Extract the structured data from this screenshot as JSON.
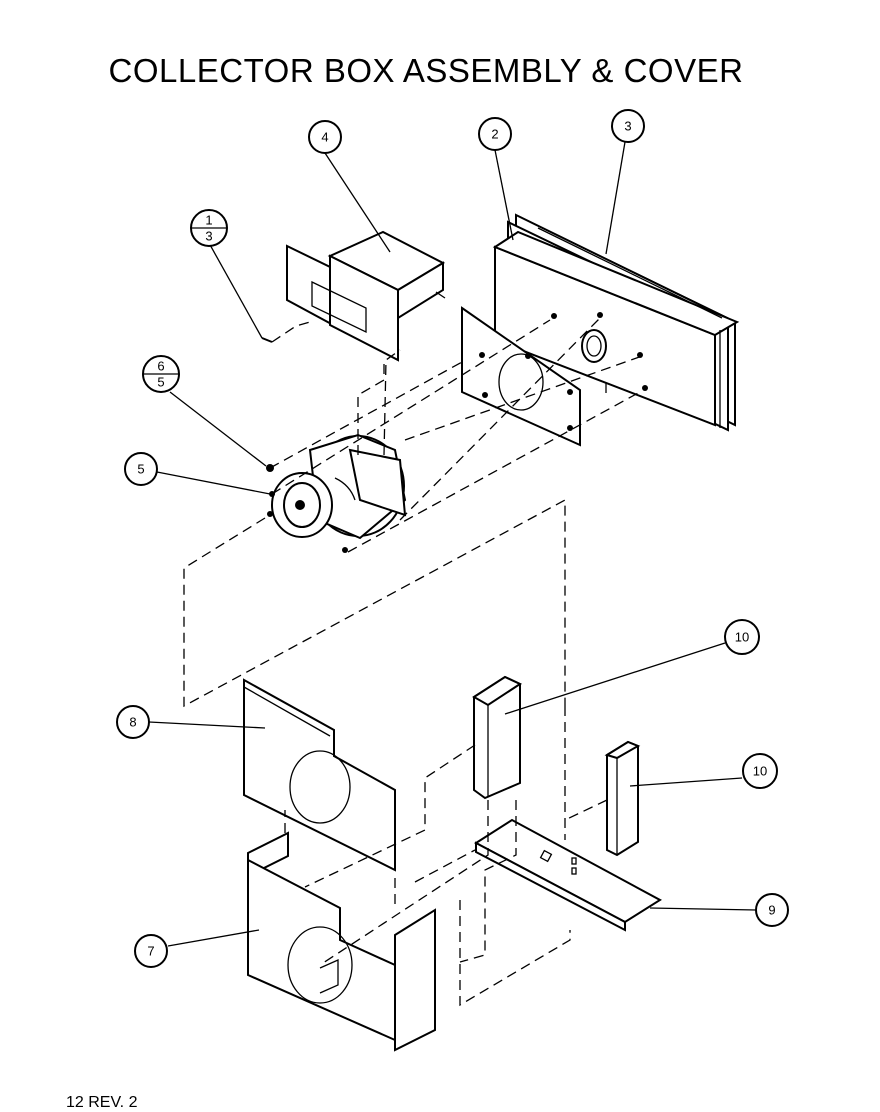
{
  "title": "COLLECTOR BOX ASSEMBLY & COVER",
  "footer": "12 REV. 2",
  "callouts": [
    {
      "id": "c1-3",
      "top": "1",
      "bottom": "3"
    },
    {
      "id": "c4",
      "label": "4"
    },
    {
      "id": "c2",
      "label": "2"
    },
    {
      "id": "c3",
      "label": "3"
    },
    {
      "id": "c6-5",
      "top": "6",
      "bottom": "5"
    },
    {
      "id": "c5",
      "label": "5"
    },
    {
      "id": "c8",
      "label": "8"
    },
    {
      "id": "c10a",
      "label": "10"
    },
    {
      "id": "c10b",
      "label": "10"
    },
    {
      "id": "c9",
      "label": "9"
    },
    {
      "id": "c7",
      "label": "7"
    }
  ]
}
